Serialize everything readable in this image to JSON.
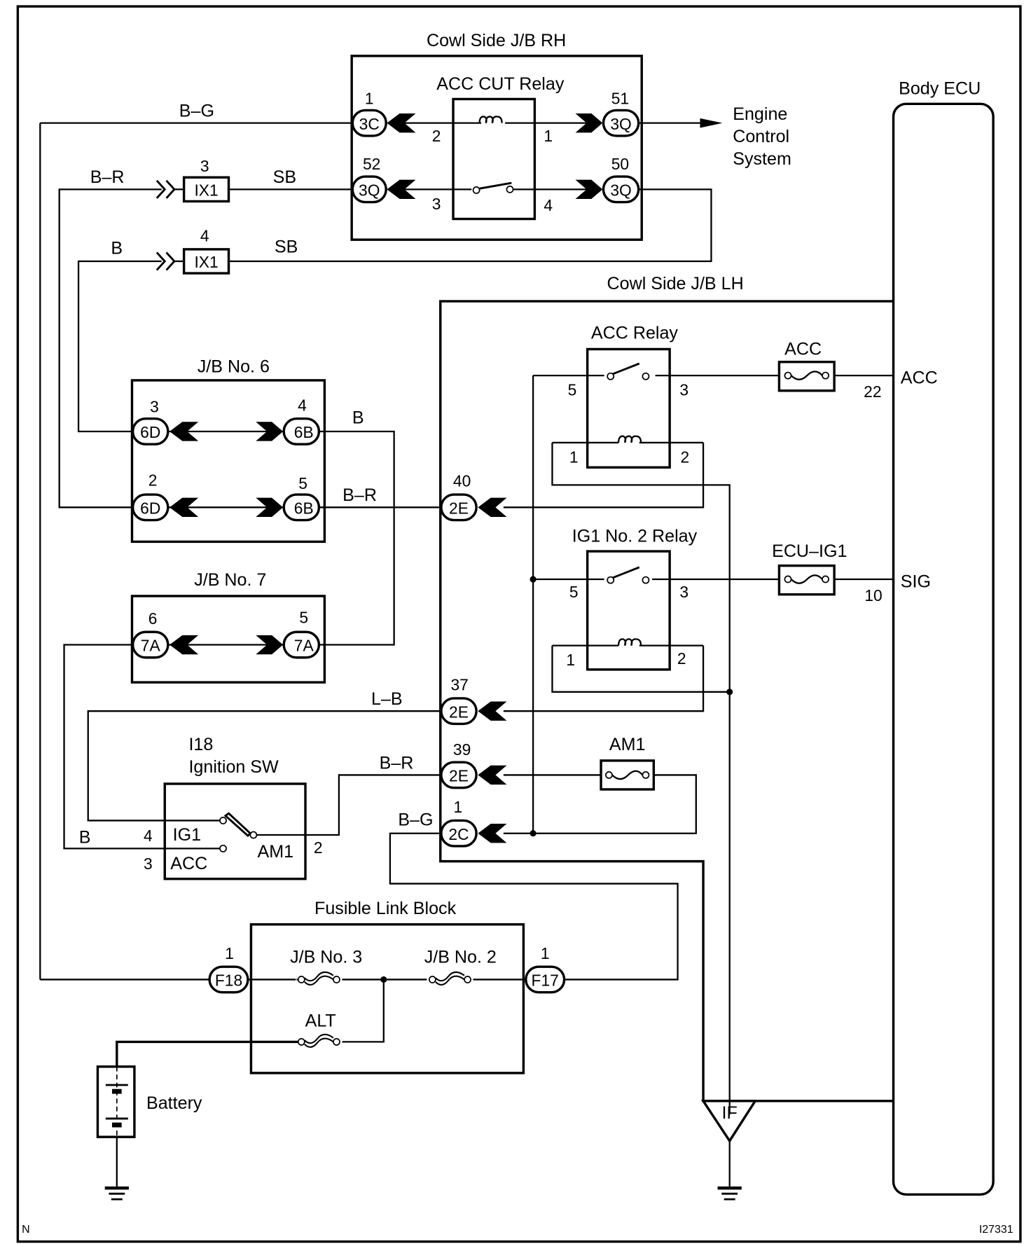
{
  "diagram": {
    "figure_id": "I27331",
    "corner_mark": "N",
    "blocks": {
      "cowl_rh": "Cowl Side J/B RH",
      "acc_cut_relay": "ACC CUT Relay",
      "body_ecu": "Body ECU",
      "cowl_lh": "Cowl Side J/B LH",
      "acc_relay": "ACC Relay",
      "ig1_relay": "IG1 No. 2 Relay",
      "jb6": "J/B No. 6",
      "jb7": "J/B No. 7",
      "ign_sw_code": "I18",
      "ign_sw": "Ignition SW",
      "fusible_link_block": "Fusible Link Block",
      "battery": "Battery",
      "engine_control": [
        "Engine",
        "Control",
        "System"
      ],
      "ground_point": "IF"
    },
    "wire_colors": {
      "bg_top": "B–G",
      "br_ix1": "B–R",
      "b_ix1": "B",
      "sb1": "SB",
      "sb2": "SB",
      "b_jb6": "B",
      "br_jb6": "B–R",
      "lb": "L–B",
      "br_sw": "B–R",
      "bg_2c": "B–G",
      "b_sw": "B"
    },
    "connectors": {
      "c3c": {
        "code": "3C",
        "pin": "1"
      },
      "c3q52": {
        "code": "3Q",
        "pin": "52"
      },
      "c3q51": {
        "code": "3Q",
        "pin": "51"
      },
      "c3q50": {
        "code": "3Q",
        "pin": "50"
      },
      "ix1a": {
        "code": "IX1",
        "pin": "3"
      },
      "ix1b": {
        "code": "IX1",
        "pin": "4"
      },
      "c6d3": {
        "code": "6D",
        "pin": "3"
      },
      "c6b4": {
        "code": "6B",
        "pin": "4"
      },
      "c6d2": {
        "code": "6D",
        "pin": "2"
      },
      "c6b5": {
        "code": "6B",
        "pin": "5"
      },
      "c7a6": {
        "code": "7A",
        "pin": "6"
      },
      "c7a5": {
        "code": "7A",
        "pin": "5"
      },
      "c2e40": {
        "code": "2E",
        "pin": "40"
      },
      "c2e37": {
        "code": "2E",
        "pin": "37"
      },
      "c2e39": {
        "code": "2E",
        "pin": "39"
      },
      "c2c1": {
        "code": "2C",
        "pin": "1"
      },
      "f18": {
        "code": "F18",
        "pin": "1"
      },
      "f17": {
        "code": "F17",
        "pin": "1"
      }
    },
    "relay_pins": {
      "acc_cut": {
        "p2": "2",
        "p1": "1",
        "p3": "3",
        "p4": "4"
      },
      "acc": {
        "p5": "5",
        "p3": "3",
        "p1": "1",
        "p2": "2"
      },
      "ig1": {
        "p5": "5",
        "p3": "3",
        "p1": "1",
        "p2": "2"
      }
    },
    "fuses": {
      "acc": "ACC",
      "ecu_ig1": "ECU–IG1",
      "am1": "AM1",
      "jb3": "J/B No. 3",
      "jb2": "J/B No. 2",
      "alt": "ALT"
    },
    "ecu_terminals": {
      "acc": {
        "name": "ACC",
        "pin": "22"
      },
      "sig": {
        "name": "SIG",
        "pin": "10"
      }
    },
    "ignition_switch": {
      "pin_ig1": "4",
      "label_ig1": "IG1",
      "pin_acc": "3",
      "label_acc": "ACC",
      "pin_am1": "2",
      "label_am1": "AM1"
    }
  }
}
